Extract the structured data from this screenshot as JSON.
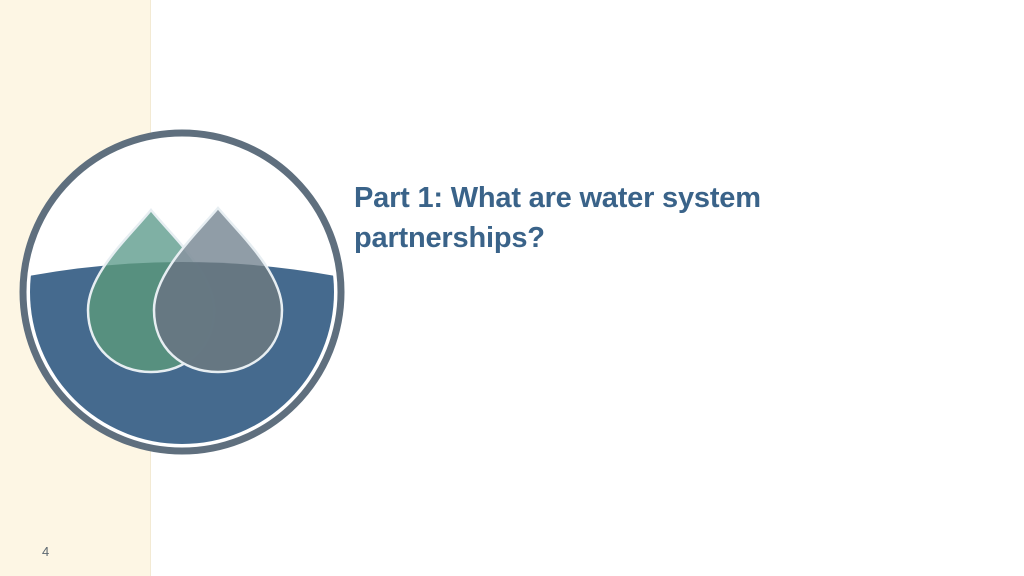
{
  "slide": {
    "title": "Part 1: What are water system partnerships?",
    "number": "4"
  },
  "colors": {
    "title": "#3a6389",
    "left_band": "#fdf6e4",
    "ring": "#5f6f7e",
    "water": "#456a8e",
    "drop_green": "#5f9e8f",
    "drop_gray": "#6c7d8a"
  },
  "icons": {
    "logo": "water-drops-logo"
  }
}
